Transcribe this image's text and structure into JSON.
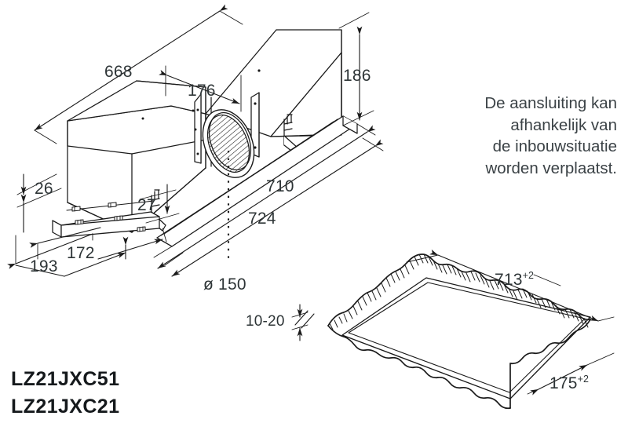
{
  "document": {
    "kind": "technical-installation-drawing",
    "background_color": "#ffffff",
    "line_color": "#1a1a1a",
    "dimension_text_color": "#2d3436",
    "model_text_color": "#15191c"
  },
  "note": {
    "language": "nl",
    "align": "right",
    "lines": [
      "De aansluiting kan",
      "afhankelijk van",
      "de inbouwsituatie",
      "worden verplaatst."
    ]
  },
  "models": {
    "items": [
      "LZ21JXC51",
      "LZ21JXC21"
    ]
  },
  "views": [
    {
      "name": "main-unit-isometric",
      "description": "Isometric view of in-line ventilation module with mounting rails, round duct outlet and spring clips"
    },
    {
      "name": "cutout-isometric",
      "description": "Isometric view of the rectangular ceiling cut-out aperture with hatched cut edges"
    }
  ],
  "dimensions": {
    "depth_668": {
      "value": "668",
      "unit": "mm",
      "view": "main-unit-isometric"
    },
    "offset_176": {
      "value": "176",
      "unit": "mm",
      "view": "main-unit-isometric"
    },
    "height_186": {
      "value": "186",
      "unit": "mm",
      "view": "main-unit-isometric"
    },
    "height_26": {
      "value": "26",
      "unit": "mm",
      "view": "main-unit-isometric"
    },
    "height_27": {
      "value": "27",
      "unit": "mm",
      "view": "main-unit-isometric"
    },
    "width_172": {
      "value": "172",
      "unit": "mm",
      "view": "main-unit-isometric"
    },
    "width_193": {
      "value": "193",
      "unit": "mm",
      "view": "main-unit-isometric"
    },
    "length_710": {
      "value": "710",
      "unit": "mm",
      "view": "main-unit-isometric"
    },
    "length_724": {
      "value": "724",
      "unit": "mm",
      "view": "main-unit-isometric"
    },
    "duct_diameter": {
      "value": "ø 150",
      "unit": "mm",
      "view": "main-unit-isometric"
    },
    "thickness_10_20": {
      "value": "10-20",
      "unit": "mm",
      "view": "cutout-isometric"
    },
    "cutout_length": {
      "value": "713",
      "tolerance": "+2",
      "unit": "mm",
      "view": "cutout-isometric"
    },
    "cutout_width": {
      "value": "175",
      "tolerance": "+2",
      "unit": "mm",
      "view": "cutout-isometric"
    }
  }
}
